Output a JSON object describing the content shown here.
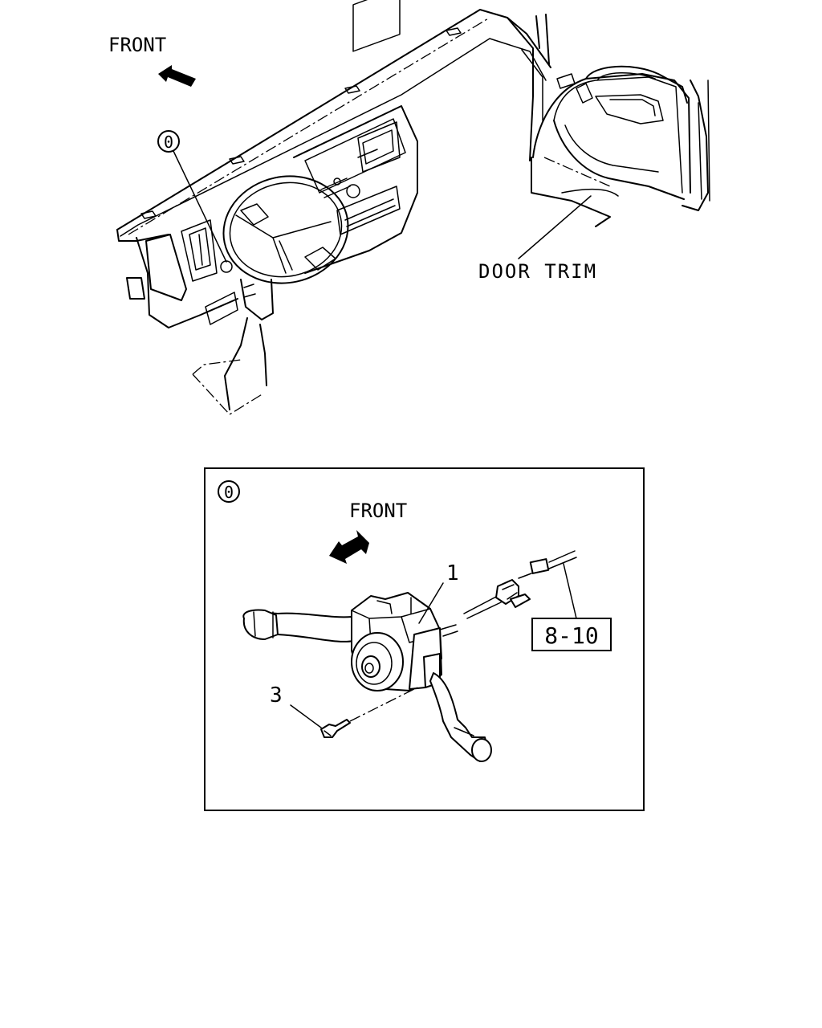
{
  "overview": {
    "front_label": "FRONT",
    "callout_marker": "0",
    "door_trim_label": "DOOR TRIM"
  },
  "detail": {
    "marker": "0",
    "front_label": "FRONT",
    "part_1": "1",
    "part_3": "3",
    "reference": "8-10"
  }
}
